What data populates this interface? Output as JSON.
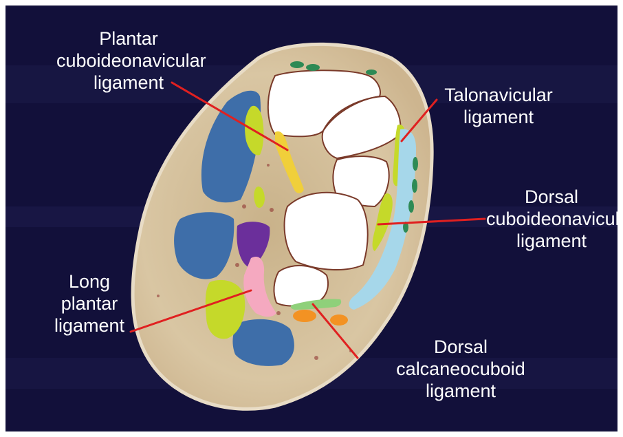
{
  "colors": {
    "background": "#12103a",
    "skin": "#d7c4a1",
    "bone": "#ffffff",
    "muscle_blue": "#3e6ea9",
    "ligament_yellow": "#f0cf3a",
    "ligament_lime": "#c5d92a",
    "ligament_lightblue": "#a6d7ea",
    "ligament_pink": "#f5a9c0",
    "ligament_purple": "#6b2f9b",
    "ligament_green": "#2e8a55",
    "ligament_orange": "#f39223",
    "pointer_line": "#e02020"
  },
  "labels": {
    "plantar_cuboideonavicular": [
      "Plantar",
      "cuboideonavicular",
      "ligament"
    ],
    "talonavicular": [
      "Talonavicular",
      "ligament"
    ],
    "dorsal_cuboideonavicular": [
      "Dorsal",
      "cuboideonavicular",
      "ligament"
    ],
    "long_plantar": [
      "Long",
      "plantar",
      "ligament"
    ],
    "dorsal_calcaneocuboid": [
      "Dorsal",
      "calcaneocuboid",
      "ligament"
    ]
  }
}
